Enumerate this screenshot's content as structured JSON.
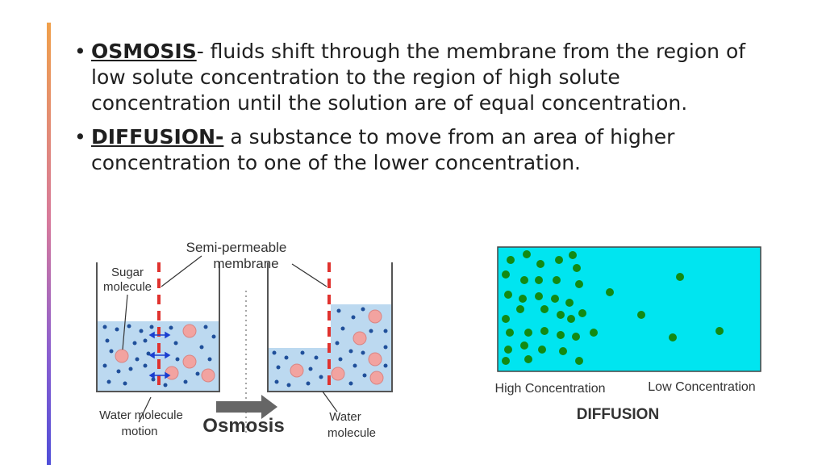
{
  "bullets": [
    {
      "term": "OSMOSIS",
      "text": "- fluids shift through the membrane from the region of low solute concentration to the region of high solute concentration until the solution are of equal concentration."
    },
    {
      "term": "DIFFUSION-",
      "text": " a substance to move from an area of higher concentration to one of the lower concentration."
    }
  ],
  "osmosis_figure": {
    "membrane_label_line1": "Semi-permeable",
    "membrane_label_line2": "membrane",
    "sugar_label_line1": "Sugar",
    "sugar_label_line2": "molecule",
    "water_motion_line1": "Water molecule",
    "water_motion_line2": "motion",
    "title": "Osmosis",
    "water_molecule_line1": "Water",
    "water_molecule_line2": "molecule"
  },
  "diffusion_figure": {
    "high_label": "High Concentration",
    "low_label": "Low Concentration",
    "title": "DIFFUSION"
  },
  "colors": {
    "accent_gradient": [
      "#f0a04b",
      "#d77a9c",
      "#8a5fd0",
      "#4f4ed8"
    ],
    "water": "#bcd9f0",
    "membrane": "#e0322e",
    "sugar": "#f2a3a0",
    "water_dot": "#1f4f9a",
    "diffusion_bg": "#00e5f0",
    "diffusion_dot": "#138a13"
  }
}
